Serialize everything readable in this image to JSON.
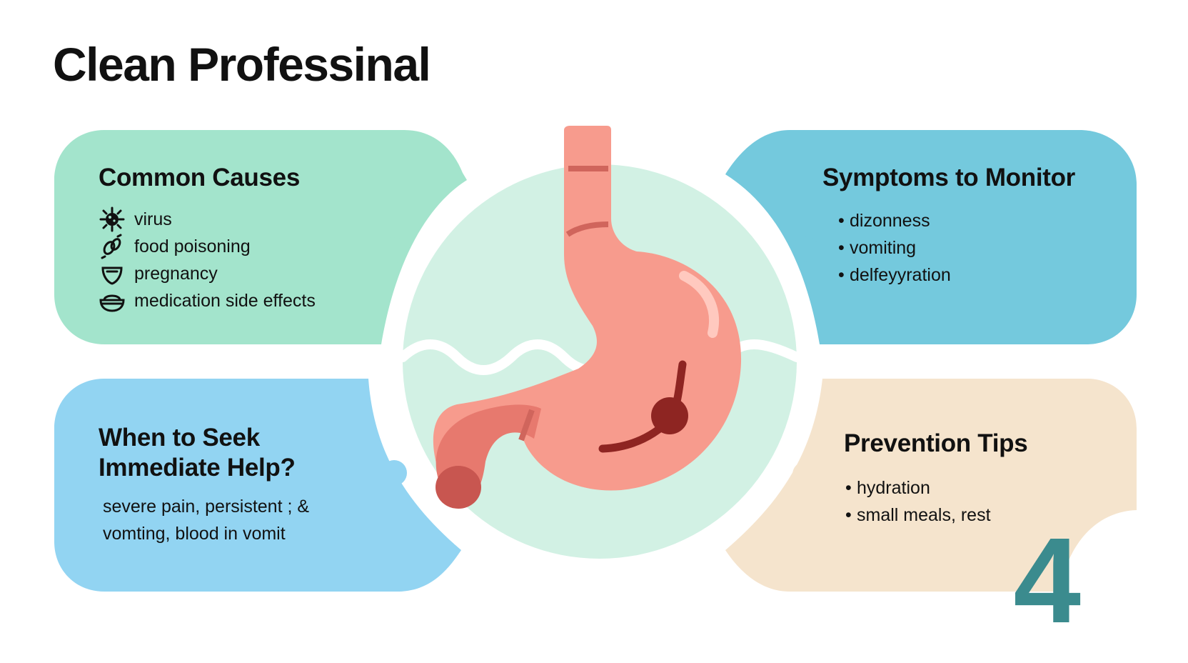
{
  "header": {
    "title": "Clean Professinal"
  },
  "panels": {
    "causes": {
      "title": "Common Causes",
      "items": [
        {
          "label": "virus",
          "icon": "virus-icon"
        },
        {
          "label": "food poisoning",
          "icon": "bacteria-icon"
        },
        {
          "label": "pregnancy",
          "icon": "pregnancy-icon"
        },
        {
          "label": "medication side effects",
          "icon": "pill-bowl-icon"
        }
      ],
      "color": "#a3e4cc"
    },
    "symptoms": {
      "title": "Symptoms to Monitor",
      "items": [
        "dizonness",
        "vomiting",
        "delfeyyration"
      ],
      "color": "#74c9dd"
    },
    "help": {
      "title_line1": "When to Seek",
      "title_line2": "Immediate Help?",
      "line1": "severe pain, persistent ; &",
      "line2": "vomting, blood in vomit",
      "color": "#92d4f2"
    },
    "prevention": {
      "title": "Prevention Tips",
      "items": [
        "hydration",
        "small meals, rest"
      ],
      "color": "#f5e4cd"
    }
  },
  "badge": {
    "number": "4",
    "color": "#3b8b8e"
  },
  "illustration": {
    "circle_color": "#d2f1e4",
    "stomach_color": "#f79b8d",
    "icon": "stomach-icon"
  }
}
